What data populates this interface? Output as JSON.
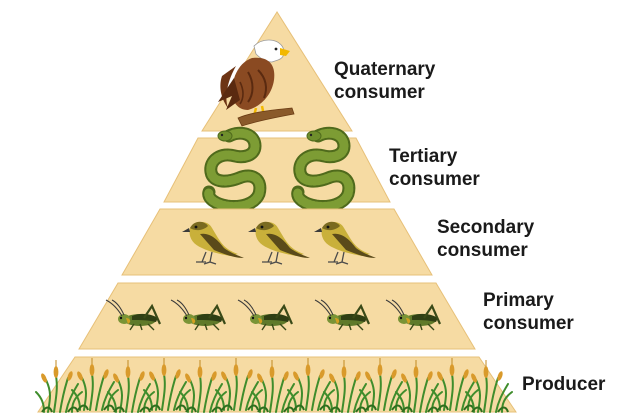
{
  "colors": {
    "tier_fill": "#f6dba3",
    "tier_stroke": "#e0b86c",
    "eagle_body": "#8a4a22",
    "snake": "#6f8f2c",
    "bird": "#c9b03a",
    "grasshopper": "#5f7a2a",
    "grass": "#3f8d2c",
    "wheat": "#d99a2b"
  },
  "levels": [
    {
      "id": "quaternary",
      "label_line1": "Quaternary",
      "label_line2": "consumer",
      "organism": "eagle-icon",
      "count": 1
    },
    {
      "id": "tertiary",
      "label_line1": "Tertiary",
      "label_line2": "consumer",
      "organism": "snake-icon",
      "count": 2
    },
    {
      "id": "secondary",
      "label_line1": "Secondary",
      "label_line2": "consumer",
      "organism": "bird-icon",
      "count": 3
    },
    {
      "id": "primary",
      "label_line1": "Primary",
      "label_line2": "consumer",
      "organism": "grasshopper-icon",
      "count": 5
    },
    {
      "id": "producer",
      "label_line1": "Producer",
      "label_line2": "",
      "organism": "grass-icon",
      "count": 1
    }
  ]
}
